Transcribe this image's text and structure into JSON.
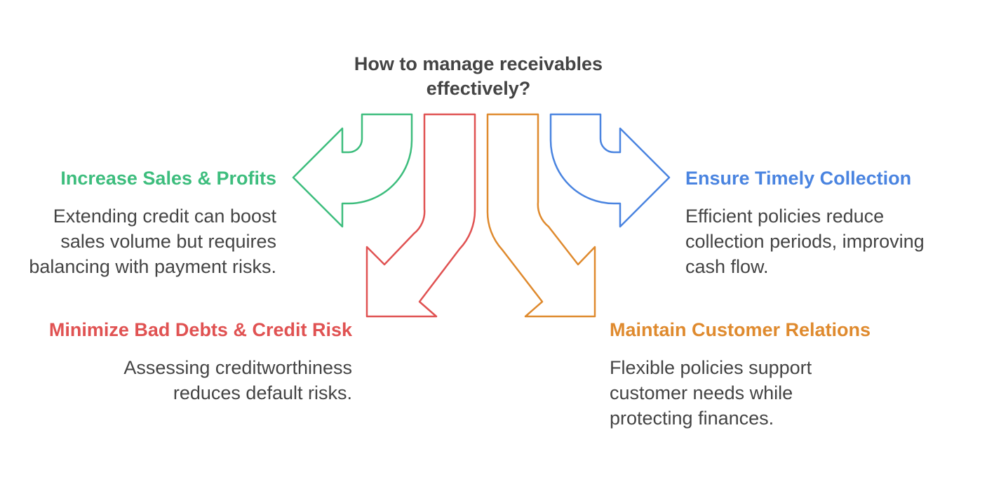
{
  "title": "How to manage receivables effectively?",
  "colors": {
    "green": "#3dbd7d",
    "red": "#e05252",
    "orange": "#df8a2e",
    "blue": "#4a84e0",
    "text": "#444444"
  },
  "items": [
    {
      "heading": "Increase Sales & Profits",
      "description": "Extending credit can boost sales volume but requires balancing with payment risks.",
      "color": "#3dbd7d",
      "arrow": "left-curve"
    },
    {
      "heading": "Minimize Bad Debts & Credit Risk",
      "description": "Assessing creditworthiness reduces default risks.",
      "color": "#e05252",
      "arrow": "down-left"
    },
    {
      "heading": "Maintain Customer Relations",
      "description": "Flexible policies support customer needs while protecting finances.",
      "color": "#df8a2e",
      "arrow": "down-right"
    },
    {
      "heading": "Ensure Timely Collection",
      "description": "Efficient policies reduce collection periods, improving cash flow.",
      "color": "#4a84e0",
      "arrow": "right-curve"
    }
  ]
}
